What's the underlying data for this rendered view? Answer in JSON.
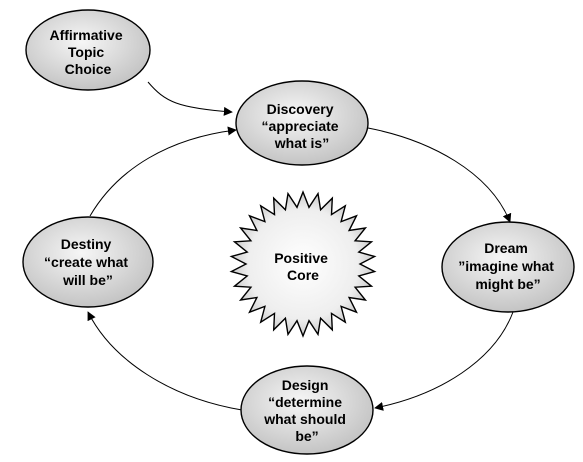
{
  "diagram": {
    "nodes": [
      {
        "id": "affirmative-topic-choice",
        "lines": [
          "Affirmative",
          "Topic",
          "Choice"
        ]
      },
      {
        "id": "discovery",
        "lines": [
          "Discovery",
          "“appreciate",
          "what is”"
        ]
      },
      {
        "id": "dream",
        "lines": [
          "Dream",
          "”imagine what",
          "might be”"
        ]
      },
      {
        "id": "design",
        "lines": [
          "Design",
          "“determine",
          "what should",
          "be”"
        ]
      },
      {
        "id": "destiny",
        "lines": [
          "Destiny",
          "“create what",
          "will be”"
        ]
      },
      {
        "id": "positive-core",
        "lines": [
          "Positive",
          "Core"
        ]
      }
    ],
    "edges": [
      {
        "from": "affirmative-topic-choice",
        "to": "discovery"
      },
      {
        "from": "discovery",
        "to": "dream"
      },
      {
        "from": "dream",
        "to": "design"
      },
      {
        "from": "design",
        "to": "destiny"
      },
      {
        "from": "destiny",
        "to": "discovery"
      }
    ],
    "colors": {
      "node_fill_center": "#f4f4f4",
      "node_fill_edge": "#c6c6c6",
      "stroke": "#000000",
      "background": "#ffffff"
    }
  }
}
